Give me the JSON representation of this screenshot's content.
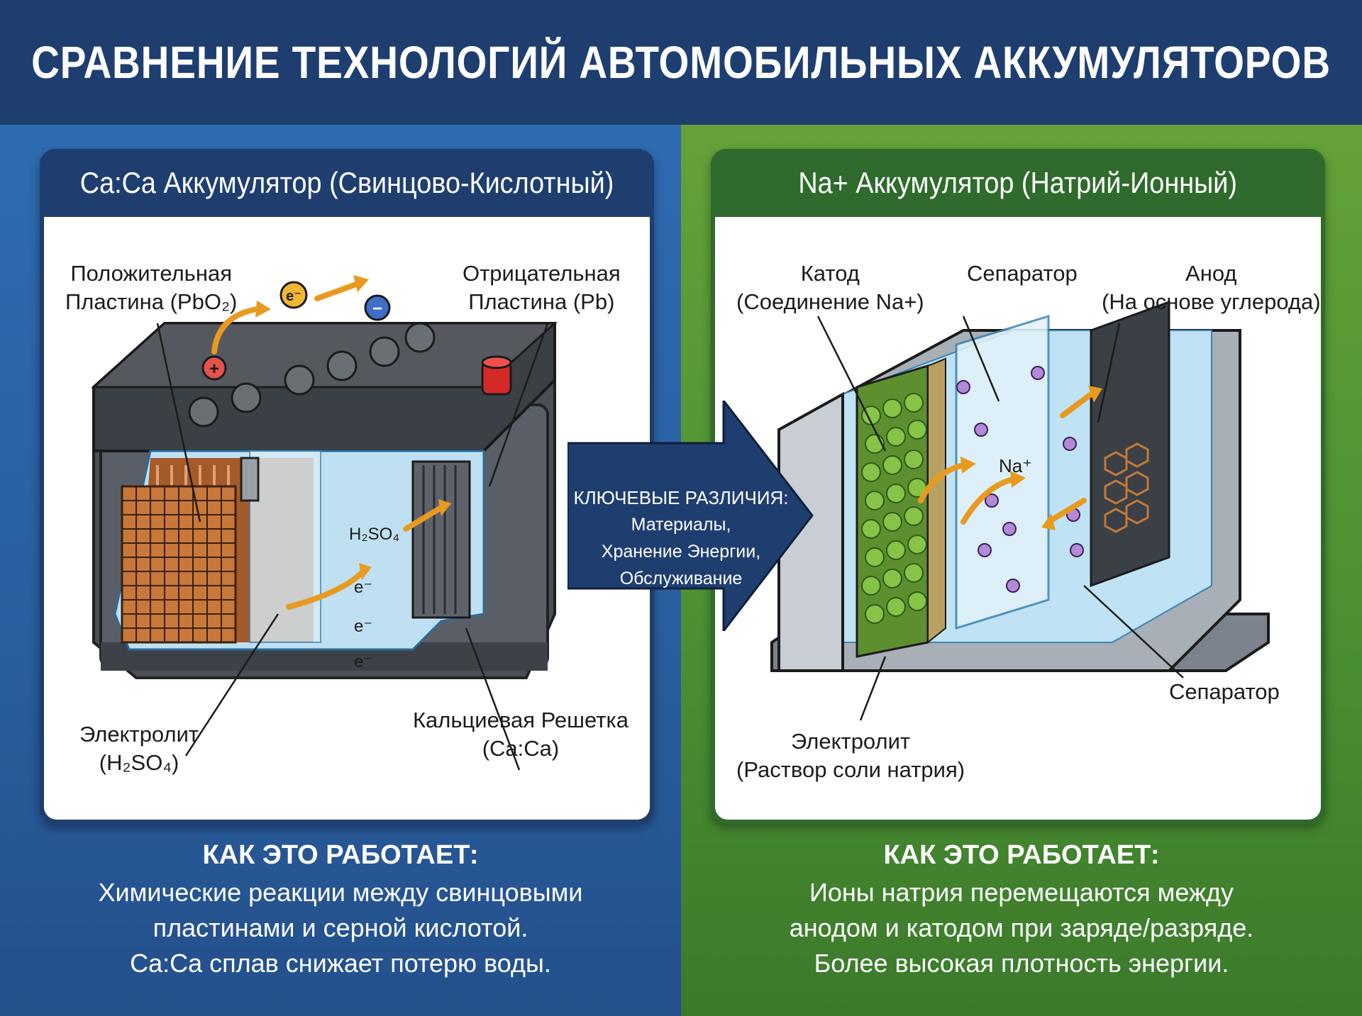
{
  "title": "СРАВНЕНИЕ ТЕХНОЛОГИЙ АВТОМОБИЛЬНЫХ АККУМУЛЯТОРОВ",
  "left": {
    "heading": "Ca:Ca Аккумулятор (Свинцово-Кислотный)",
    "labels": {
      "positive_line1": "Положительная",
      "positive_line2": "Пластина (PbO₂)",
      "negative_line1": "Отрицательная",
      "negative_line2": "Пластина (Pb)",
      "electrolyte_line1": "Электролит",
      "electrolyte_line2": "(H₂SO₄)",
      "grid_line1": "Кальциевая Решетка",
      "grid_line2": "(Ca:Ca)",
      "electron": "e⁻",
      "acid": "H₂SO₄",
      "plus": "+",
      "minus": "−"
    },
    "how_title": "КАК ЭТО РАБОТАЕТ:",
    "how_lines": [
      "Химические реакции между свинцовыми",
      "пластинами и серной кислотой.",
      "Ca:Ca сплав снижает потерю воды."
    ]
  },
  "right": {
    "heading": "Na+ Аккумулятор (Натрий-Ионный)",
    "labels": {
      "cathode_line1": "Катод",
      "cathode_line2": "(Соединение Na+)",
      "separator_top": "Сепаратор",
      "anode_line1": "Анод",
      "anode_line2": "(На основе углерода)",
      "separator_right": "Сепаратор",
      "electrolyte_line1": "Электролит",
      "electrolyte_line2": "(Раствор соли натрия)",
      "ion": "Na⁺"
    },
    "how_title": "КАК ЭТО РАБОТАЕТ:",
    "how_lines": [
      "Ионы натрия перемещаются между",
      "анодом и катодом при заряде/разряде.",
      "Более высокая плотность энергии."
    ]
  },
  "center": {
    "title": "КЛЮЧЕВЫЕ РАЗЛИЧИЯ:",
    "items": [
      "Материалы,",
      "Хранение Энергии,",
      "Обслуживание"
    ]
  },
  "colors": {
    "title_bar": "#1f3e70",
    "left_bg": "#2f6fb5",
    "right_bg": "#4d9133",
    "accent_arrow": "#f0a020"
  }
}
